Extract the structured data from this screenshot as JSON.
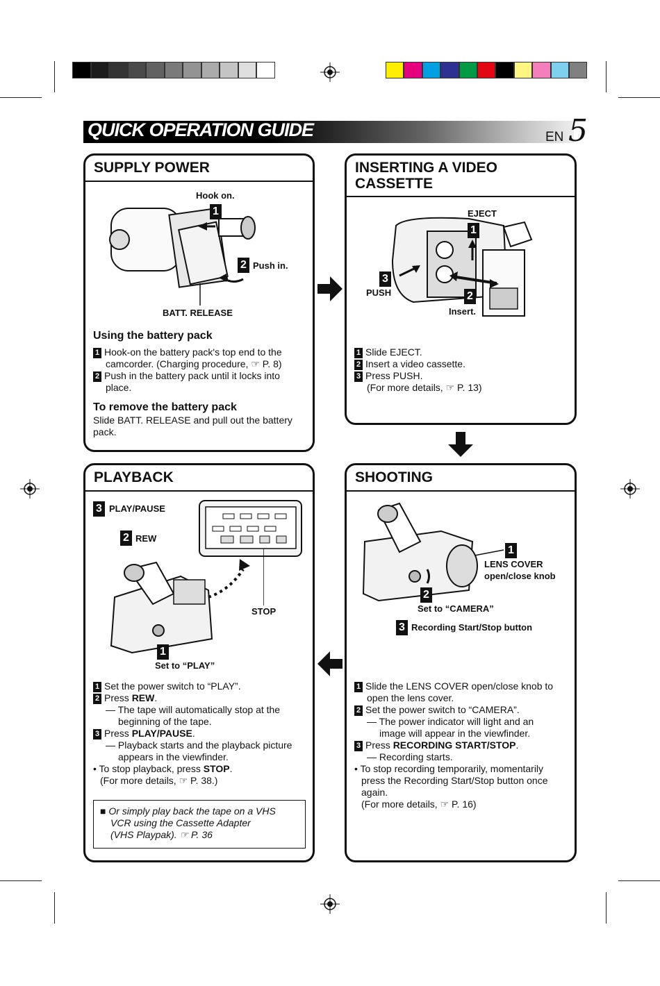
{
  "header": {
    "title": "QUICK OPERATION GUIDE",
    "lang": "EN",
    "page_number": "5"
  },
  "supply_power": {
    "title": "SUPPLY POWER",
    "labels": {
      "hook_on": "Hook on.",
      "push_in": "Push in.",
      "batt_release": "BATT. RELEASE",
      "n1": "1",
      "n2": "2"
    },
    "using_heading": "Using the battery pack",
    "steps": [
      {
        "n": "1",
        "text": "Hook-on the battery pack's top end to the",
        "text2": "camcorder. (Charging procedure, ☞ P. 8)"
      },
      {
        "n": "2",
        "text": "Push in the battery pack until it locks into",
        "text2": "place."
      }
    ],
    "remove_heading": "To remove the battery pack",
    "remove_text": "Slide BATT. RELEASE and pull out the battery",
    "remove_text2": "pack."
  },
  "inserting": {
    "title_line1": "INSERTING A VIDEO",
    "title_line2": "CASSETTE",
    "labels": {
      "eject": "EJECT",
      "push": "PUSH",
      "insert": "Insert.",
      "n1": "1",
      "n2": "2",
      "n3": "3"
    },
    "steps": [
      {
        "n": "1",
        "text": "Slide EJECT."
      },
      {
        "n": "2",
        "text": "Insert a video cassette."
      },
      {
        "n": "3",
        "text": "Press PUSH."
      }
    ],
    "more": "(For more details, ☞ P. 13)"
  },
  "playback": {
    "title": "PLAYBACK",
    "labels": {
      "play_pause": "PLAY/PAUSE",
      "rew": "REW",
      "stop": "STOP",
      "set_play": "Set to “PLAY”",
      "n1": "1",
      "n2": "2",
      "n3": "3"
    },
    "step1": "Set the power switch to “PLAY”.",
    "step2_pre": "Press ",
    "step2_bold": "REW",
    "step2_post": ".",
    "step2_note1": "— The tape will automatically stop at the",
    "step2_note2": "beginning of the tape.",
    "step3_pre": "Press ",
    "step3_bold": "PLAY/PAUSE",
    "step3_post": ".",
    "step3_note1": "— Playback starts and the playback picture",
    "step3_note2": "appears in the viewfinder.",
    "stop_pre": "• To stop playback, press ",
    "stop_bold": "STOP",
    "stop_post": ".",
    "more": "(For more details, ☞ P. 38.)",
    "note_line1": "■  Or simply play back the tape on a VHS",
    "note_line2": "VCR using the Cassette Adapter",
    "note_line3": "(VHS Playpak). ☞ P. 36"
  },
  "shooting": {
    "title": "SHOOTING",
    "labels": {
      "lens_cover": "LENS COVER",
      "knob": "open/close knob",
      "set_camera": "Set to “CAMERA”",
      "rec_button": "Recording Start/Stop button",
      "n1": "1",
      "n2": "2",
      "n3": "3"
    },
    "step1a": "Slide the LENS COVER open/close knob to",
    "step1b": "open the lens cover.",
    "step2": "Set the power switch to “CAMERA”.",
    "step2_note1": "— The power indicator will light and an",
    "step2_note2": "image will appear in the viewfinder.",
    "step3_pre": "Press ",
    "step3_bold": "RECORDING START/STOP",
    "step3_post": ".",
    "step3_note": "— Recording starts.",
    "stop1": "• To stop recording temporarily, momentarily",
    "stop2": "press the Recording Start/Stop button once",
    "stop3": "again.",
    "more": "(For more details, ☞ P. 16)"
  },
  "print_marks": {
    "grayscale": [
      "#000000",
      "#1c1c1c",
      "#333333",
      "#4a4a4a",
      "#626262",
      "#7a7a7a",
      "#939393",
      "#ababab",
      "#c4c4c4",
      "#dedede",
      "#ffffff"
    ],
    "colors": [
      "#ffee00",
      "#e6007e",
      "#00a0e3",
      "#2e3192",
      "#009a44",
      "#e30613",
      "#000000",
      "#fff582",
      "#f57fbd",
      "#7fcfef",
      "#808080"
    ]
  }
}
